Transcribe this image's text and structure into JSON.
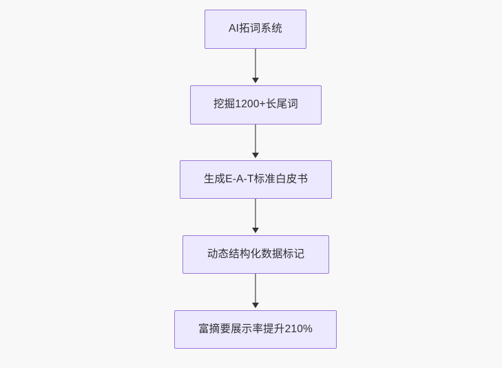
{
  "diagram": {
    "type": "flowchart",
    "orientation": "top-to-bottom",
    "background_color": "#f8f8f8",
    "node_fill_color": "#ece8fd",
    "node_border_color": "#9a78d8",
    "node_text_color": "#2f2f33",
    "edge_color": "#8a8a8a",
    "arrowhead_color": "#333333",
    "nodes": [
      {
        "id": "n0",
        "label": "AI拓词系统"
      },
      {
        "id": "n1",
        "label": "挖掘1200+长尾词"
      },
      {
        "id": "n2",
        "label": "生成E-A-T标准白皮书"
      },
      {
        "id": "n3",
        "label": "动态结构化数据标记"
      },
      {
        "id": "n4",
        "label": "富摘要展示率提升210%"
      }
    ],
    "edges": [
      {
        "from": "n0",
        "to": "n1",
        "label": "",
        "arrow": "down-arrow-icon"
      },
      {
        "from": "n1",
        "to": "n2",
        "label": "",
        "arrow": "down-arrow-icon"
      },
      {
        "from": "n2",
        "to": "n3",
        "label": "",
        "arrow": "down-arrow-icon"
      },
      {
        "from": "n3",
        "to": "n4",
        "label": "",
        "arrow": "down-arrow-icon"
      }
    ]
  }
}
